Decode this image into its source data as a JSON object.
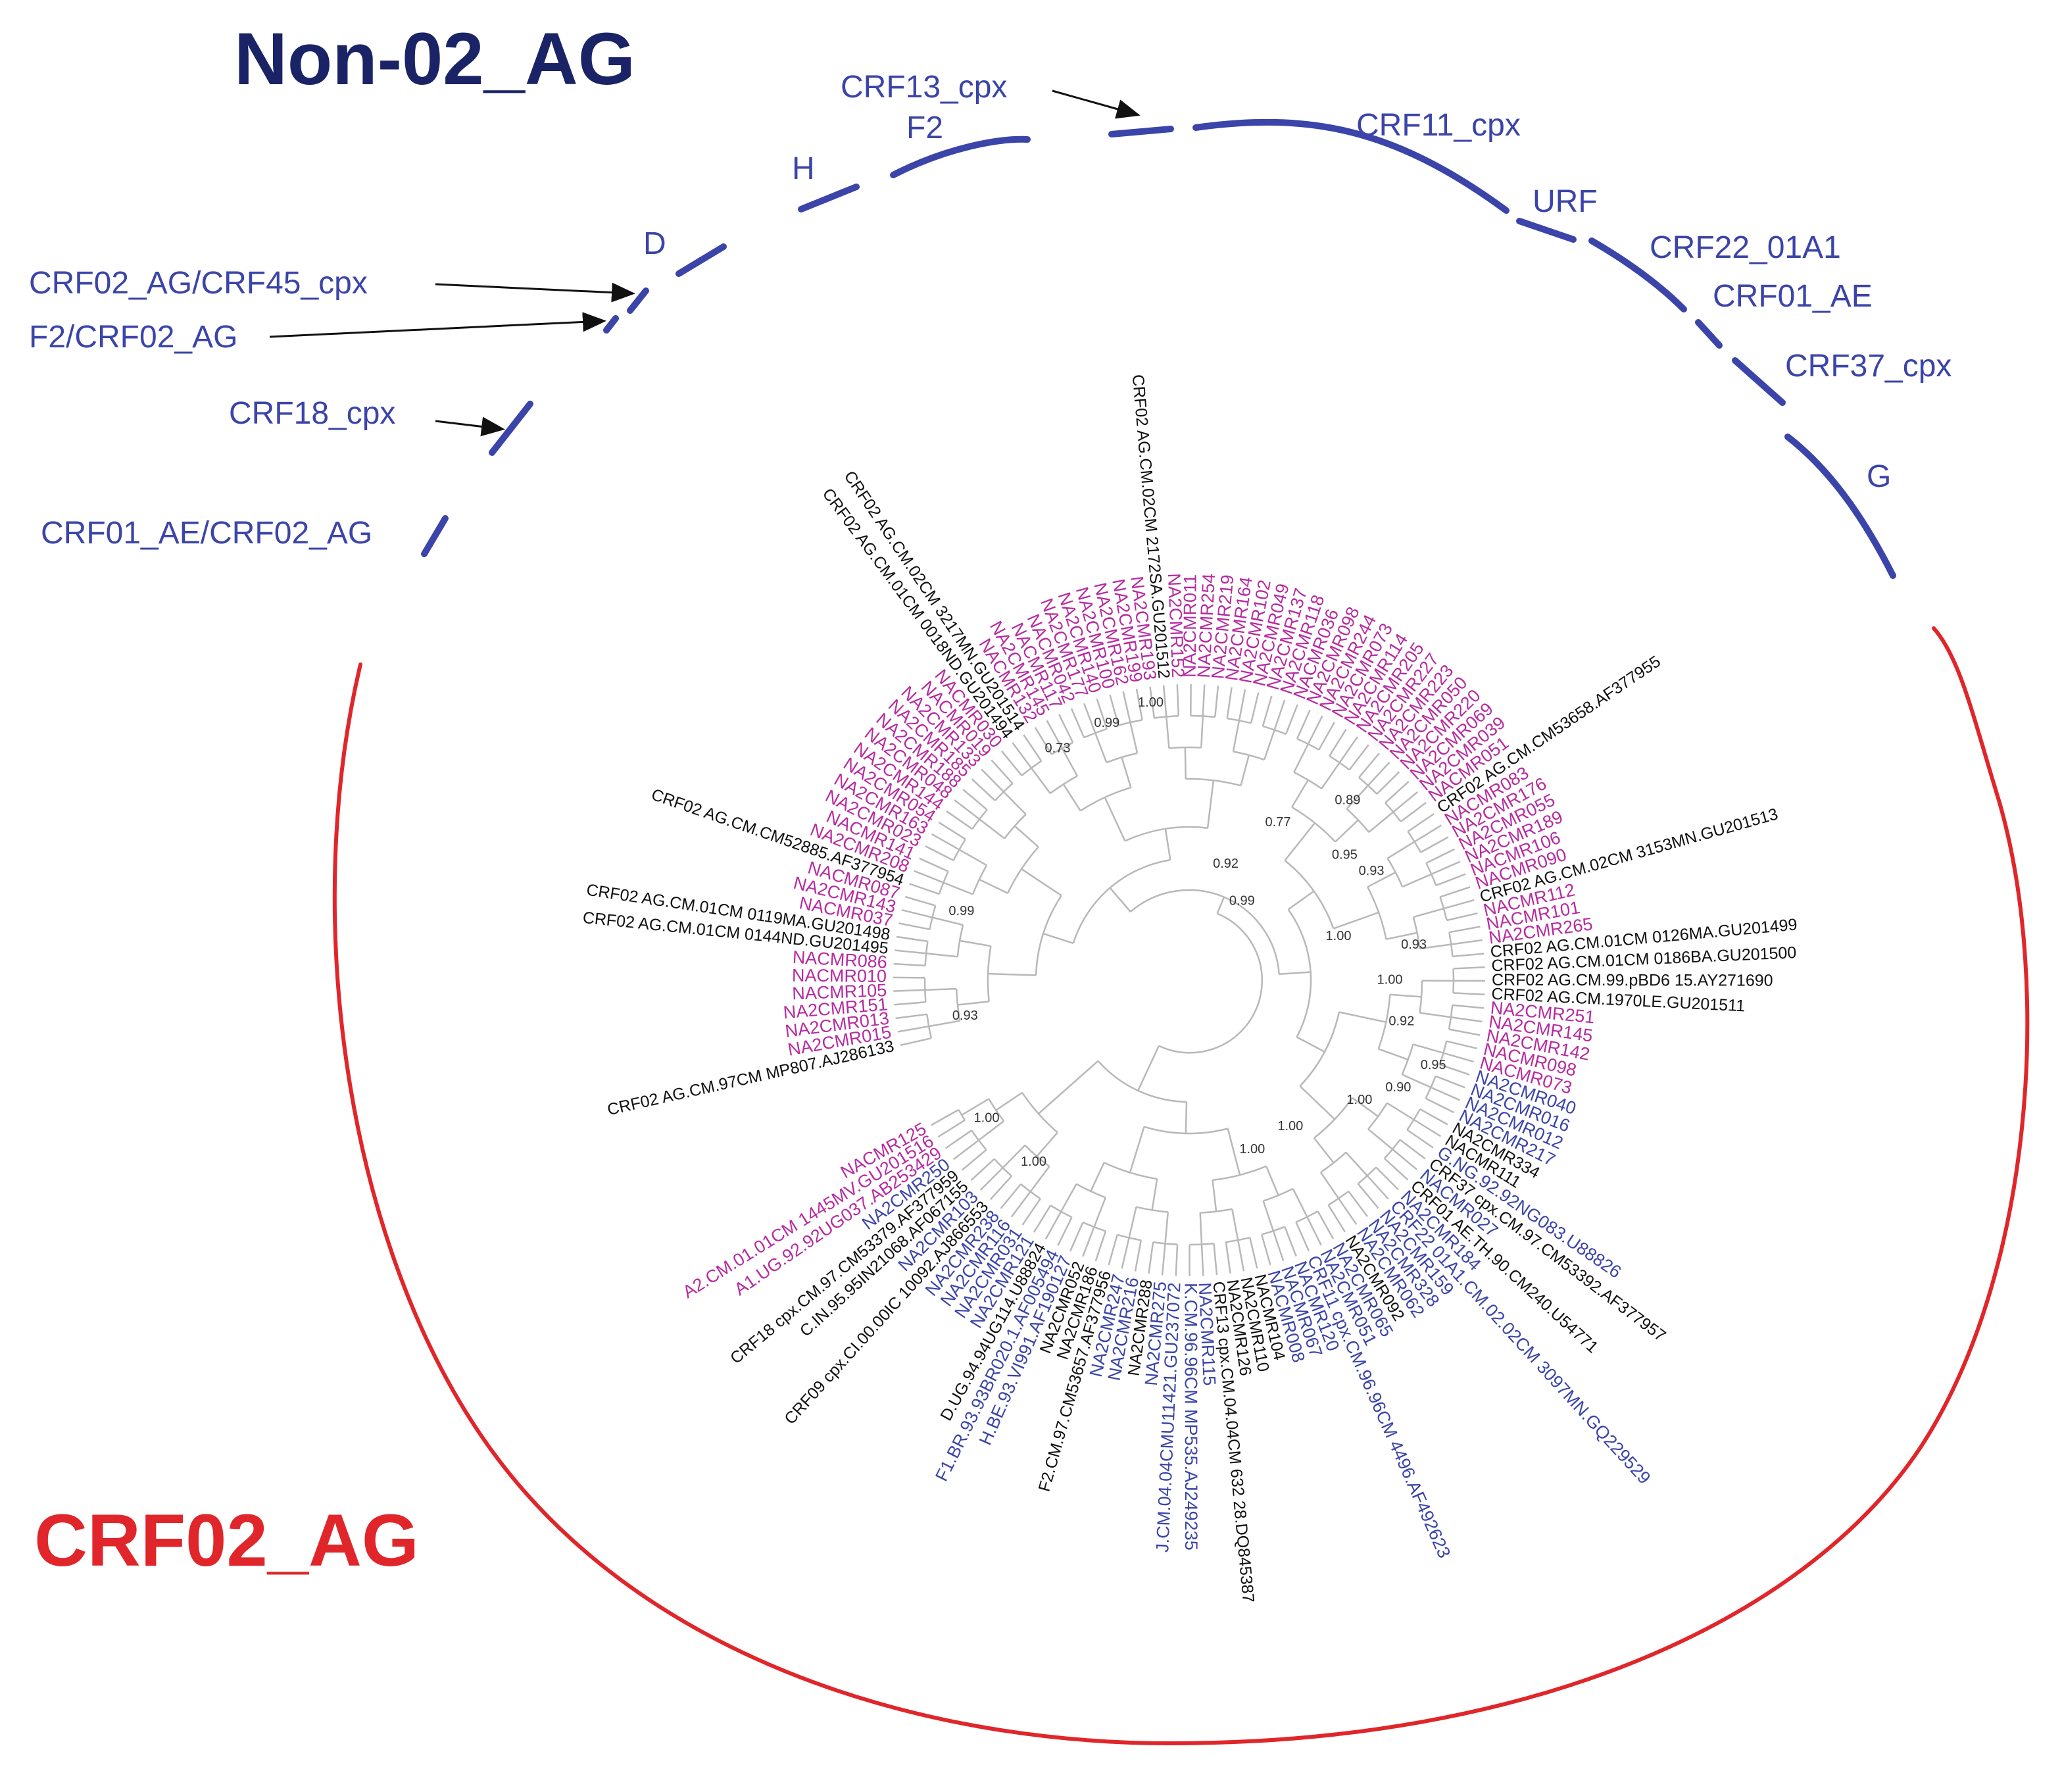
{
  "figure": {
    "group_title_top": "Non-02_AG",
    "group_title_bottom": "CRF02_AG",
    "colors": {
      "title_top": "#1a2366",
      "title_bottom": "#e0262a",
      "non02_arc": "#3b44a8",
      "crf02_outline": "#e0262a",
      "study_nonag_label": "#3b44a8",
      "study_ag_label": "#b72ba0",
      "reference_label": "#111111",
      "branch": "#b8b8b8"
    },
    "subtype_labels": [
      "CRF13_cpx",
      "F2",
      "H",
      "CRF11_cpx",
      "URF",
      "D",
      "CRF22_01A1",
      "CRF01_AE",
      "CRF02_AG/CRF45_cpx",
      "F2/CRF02_AG",
      "CRF37_cpx",
      "CRF18_cpx",
      "G",
      "CRF01_AE/CRF02_AG"
    ],
    "tips": [
      "CRF02 AG.CM.97CM MP807.AJ286133",
      "NA2CMR015",
      "NA2CMR013",
      "NA2CMR151",
      "NACMR105",
      "NACMR010",
      "NACMR086",
      "CRF02 AG.CM.01CM 0144ND.GU201495",
      "CRF02 AG.CM.01CM 0119MA.GU201498",
      "NACMR037",
      "NA2CMR143",
      "NACMR087",
      "CRF02 AG.CM.CM52885.AF377954",
      "NA2CMR208",
      "NACMR141",
      "NA2CMR023",
      "NA2CMR163",
      "NA2CMR054",
      "NA2CMR144",
      "NA2CMR048",
      "NA2CMR188",
      "NA2CMR185",
      "NA2CMR133",
      "NACMR019",
      "NACMR030",
      "CRF02 AG.CM.01CM 0018ND.GU201494",
      "CRF02 AG.CM.02CM 3217MN.GU201514",
      "NACMR132",
      "NA2CMR145",
      "NACMR117",
      "NACMR042",
      "NA2CMR177",
      "NA2CMR140",
      "NA2CMR100",
      "NA2CMR162",
      "NA2CMR199",
      "NA2CMR193",
      "CRF02 AG.CM.02CM 2172SA.GU201512",
      "NA2CMR152",
      "NA2CMR011",
      "NA2CMR254",
      "NA2CMR219",
      "NA2CMR164",
      "NA2CMR102",
      "NA2CMR049",
      "NA2CMR137",
      "NA2CMR118",
      "NACMR036",
      "NA2CMR098",
      "NA2CMR244",
      "NA2CMR073",
      "NA2CMR114",
      "NA2CMR205",
      "NA2CMR227",
      "NA2CMR223",
      "NA2CMR050",
      "NA2CMR220",
      "NA2CMR069",
      "NA2CMR039",
      "NACMR051",
      "CRF02 AG.CM.CM53658.AF377955",
      "NACMR083",
      "NA2CMR176",
      "NA2CMR055",
      "NA2CMR189",
      "NACMR106",
      "NACMR090",
      "CRF02 AG.CM.02CM 3153MN.GU201513",
      "NACMR112",
      "NACMR101",
      "NA2CMR265",
      "CRF02 AG.CM.01CM 0126MA.GU201499",
      "CRF02 AG.CM.01CM 0186BA.GU201500",
      "CRF02 AG.CM.99.pBD6 15.AY271690",
      "CRF02 AG.CM.1970LE.GU201511",
      "NA2CMR251",
      "NA2CMR145",
      "NA2CMR142",
      "NACMR098",
      "NACMR073",
      "NA2CMR040",
      "NA2CMR016",
      "NA2CMR012",
      "NA2CMR217",
      "NA2CMR334",
      "NACMR111",
      "G.NG.92.92NG083.U88826",
      "CRF37 cpx.CM.97.CM53392.AF377957",
      "NACMR027",
      "CRF01 AE.TH.90.CM240.U54771",
      "NA2CMR184",
      "CRF22 01A1.CM.02.02CM 3097MN.GQ229529",
      "NA2CMR159",
      "NA2CMR328",
      "NA2CMR062",
      "NA2CMR092",
      "NA2CMR065",
      "NA2CMR051",
      "CRF11 cpx.CM.96.96CM 4496.AF492623",
      "NACMR120",
      "NACMR067",
      "NACMR008",
      "NACMR104",
      "NA2CMR110",
      "NA2CMR126",
      "CRF13 cpx.CM.04.04CM 632 28.DQ845387",
      "NA2CMR115",
      "K.CM.96.96CM MP535.AJ249235",
      "J.CM.04.04CMU11421.GU237072",
      "NA2CMR275",
      "NA2CMR288",
      "NA2CMR216",
      "NA2CMR247",
      "F2.CM.97.CM53657.AF377956",
      "NA2CMR186",
      "NA2CMR052",
      "H.BE.93.VI991.AF190127",
      "F1.BR.93.93BR020.1.AF005494",
      "D.UG.94.94UG114.U88824",
      "NA2CMR121",
      "NA2CMR031",
      "NA2CMR116",
      "NA2CMR238",
      "CRF09 cpx.CI.00.00IC 10092.AJ866553",
      "NA2CMR103",
      "C.IN.95.95IN21068.AF067155",
      "CRF18 cpx.CM.97.CM53379.AF377959",
      "NA2CMR250",
      "A1.UG.92.92UG037.AB253429",
      "A2.CM.01.01CM 1445MV.GU201516",
      "NACMR125"
    ],
    "tip_groups": {
      "reference": [
        0,
        7,
        8,
        12,
        25,
        26,
        37,
        60,
        67,
        71,
        72,
        73,
        74,
        84,
        85,
        87,
        89,
        95,
        102,
        103,
        104,
        105,
        110,
        113,
        114,
        115,
        118,
        123,
        125,
        126
      ],
      "study_non02ag": [
        80,
        81,
        82,
        83,
        86,
        88,
        90,
        91,
        92,
        93,
        94,
        96,
        97,
        98,
        99,
        100,
        101,
        106,
        107,
        108,
        109,
        111,
        112,
        116,
        117,
        119,
        120,
        121,
        122,
        124,
        127
      ]
    },
    "bootstrap_values": [
      "1.00",
      "1.00",
      "0.93",
      "0.99",
      "0.73",
      "0.99",
      "1.00",
      "0.77",
      "0.89",
      "0.95",
      "0.93",
      "1.00",
      "0.92",
      "0.99",
      "0.93",
      "1.00",
      "0.92",
      "0.95",
      "0.90",
      "1.00",
      "1.00",
      "1.00"
    ]
  }
}
